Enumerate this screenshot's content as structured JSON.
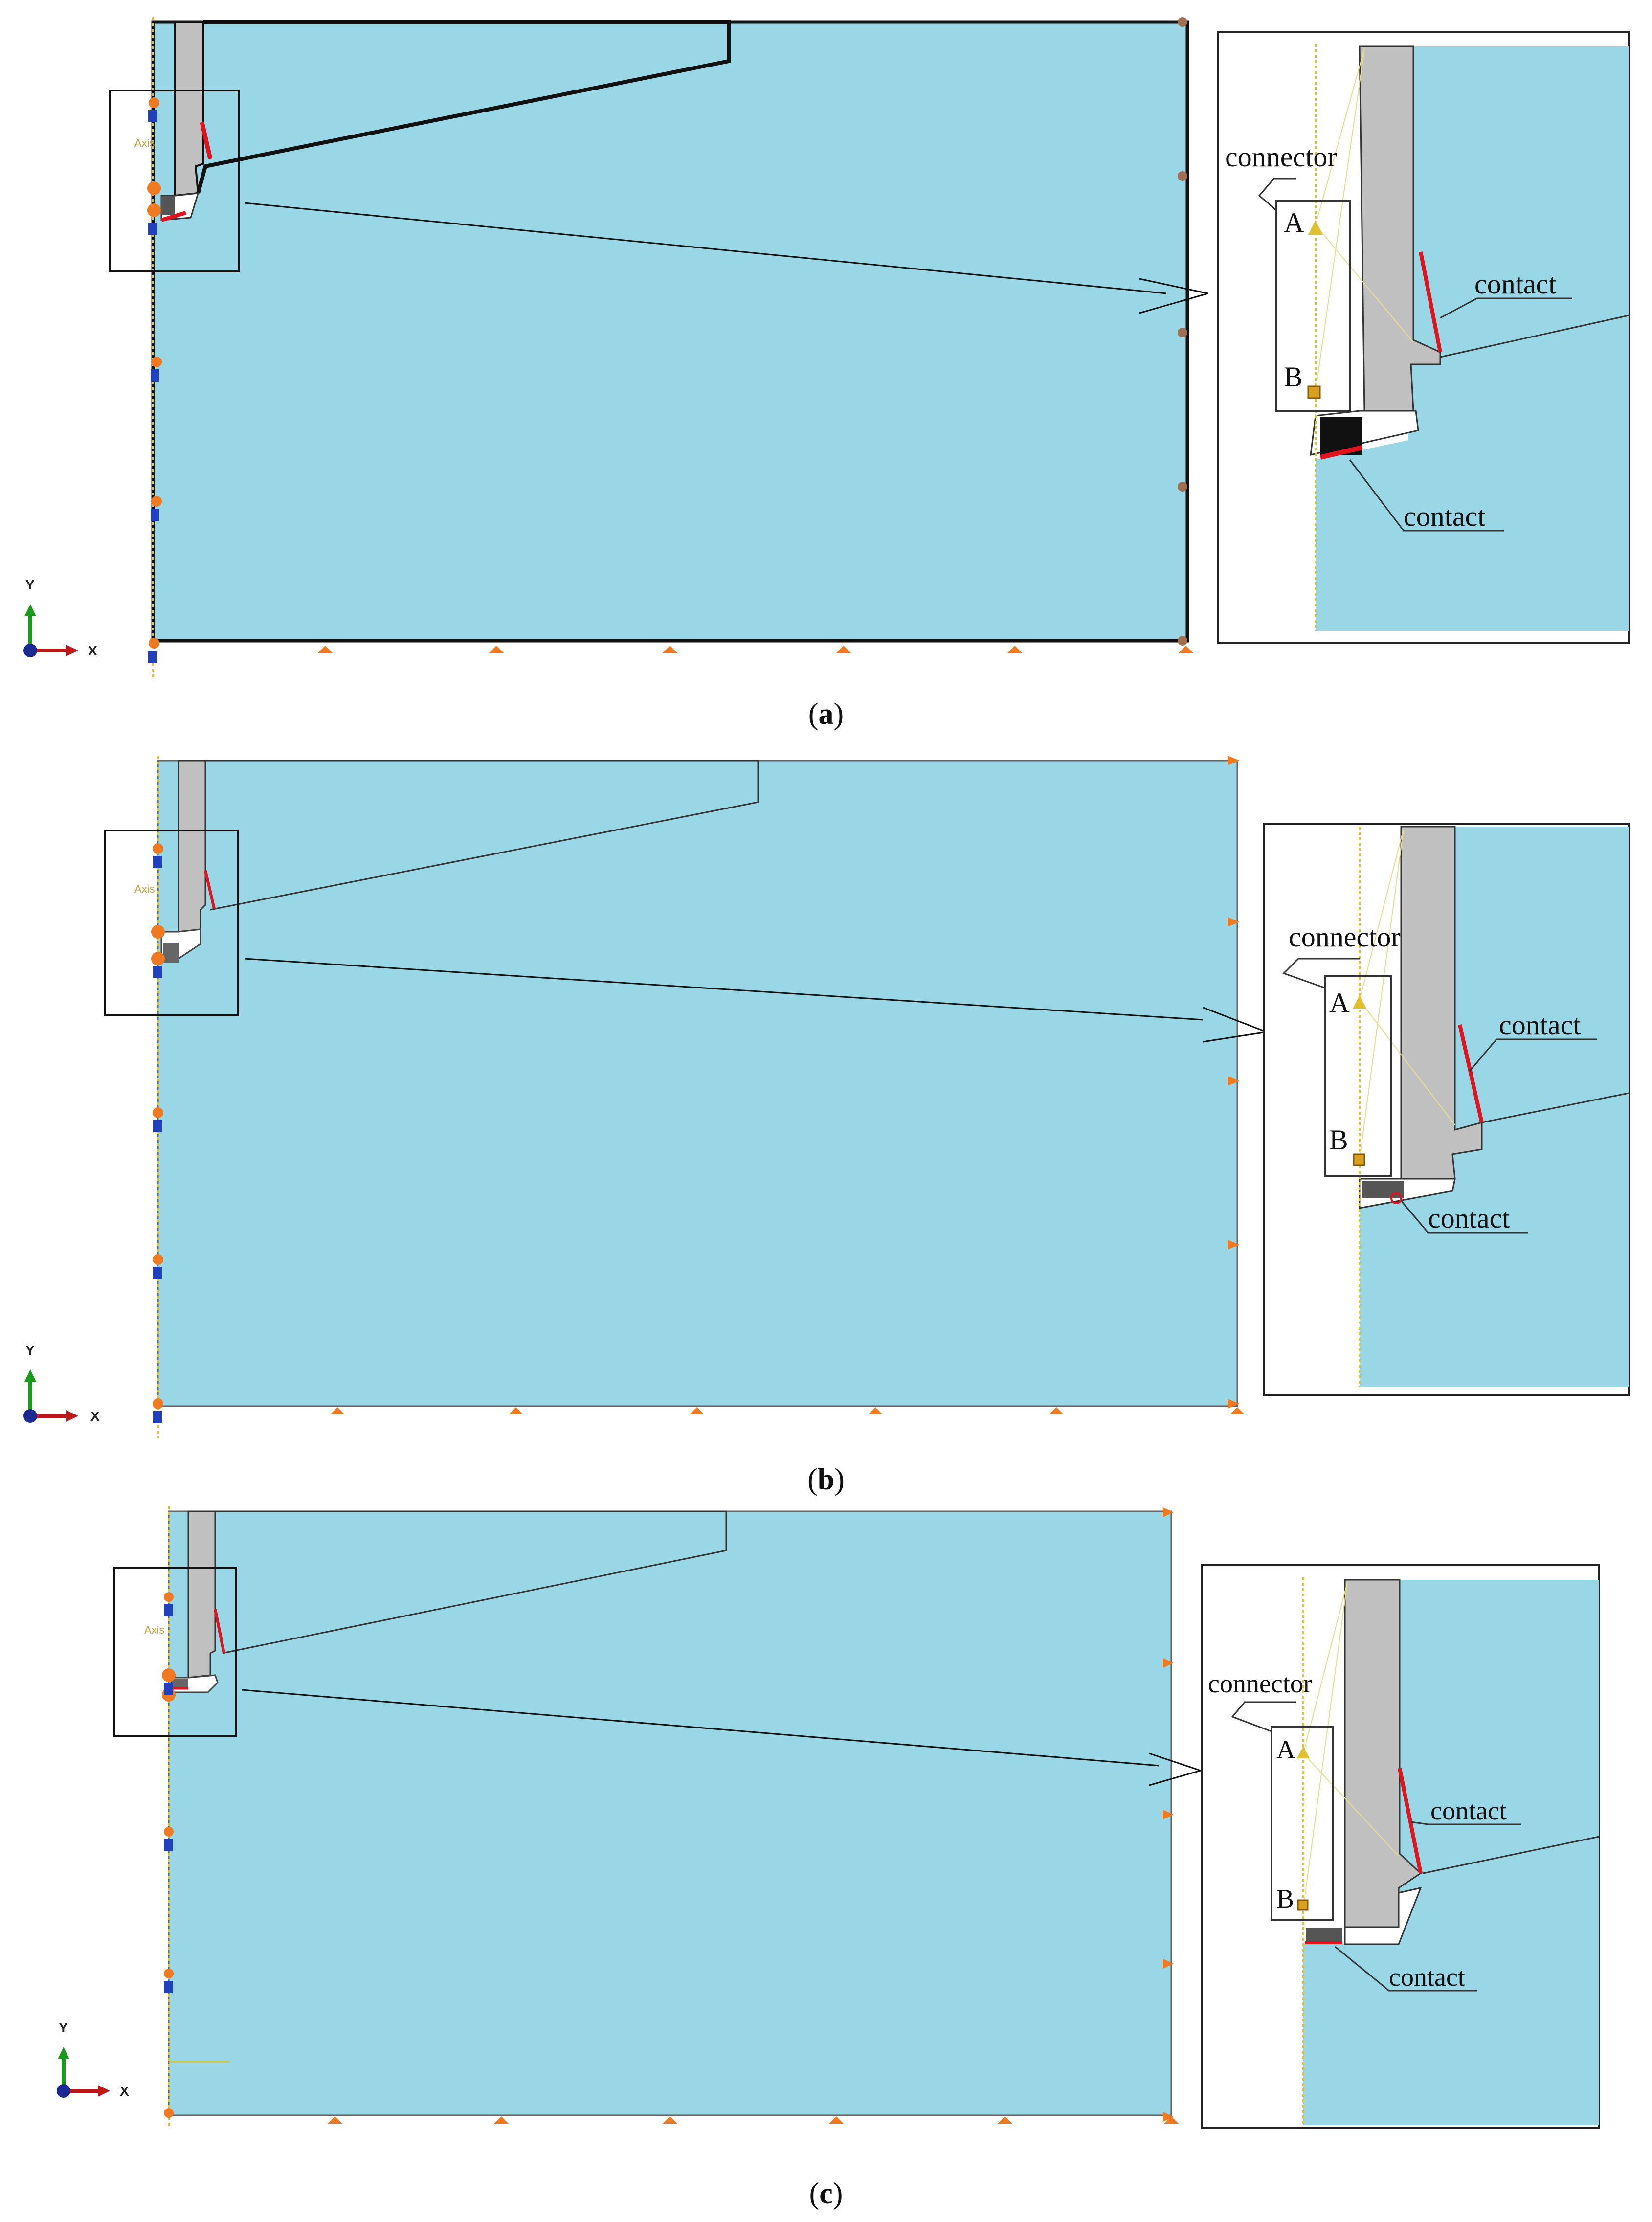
{
  "colors": {
    "domain_fill": "#9ad7e6",
    "pile_fill": "#c0c0c0",
    "contact_red": "#e0141e",
    "boundary_orange": "#f07a22",
    "axis_yellow": "#d9c33c",
    "dark_block": "#111111"
  },
  "panels": [
    {
      "id": "a",
      "caption": "a",
      "axis": {
        "x": "X",
        "y": "Y"
      },
      "axis_small": "Axis",
      "callout": {
        "connector": "connector",
        "point_a": "A",
        "point_b": "B",
        "contact_upper": "contact",
        "contact_lower": "contact"
      }
    },
    {
      "id": "b",
      "caption": "b",
      "axis": {
        "x": "X",
        "y": "Y"
      },
      "axis_small": "Axis",
      "callout": {
        "connector": "connector",
        "point_a": "A",
        "point_b": "B",
        "contact_upper": "contact",
        "contact_lower": "contact"
      }
    },
    {
      "id": "c",
      "caption": "c",
      "axis": {
        "x": "X",
        "y": "Y"
      },
      "axis_small": "Axis",
      "callout": {
        "connector": "connector",
        "point_a": "A",
        "point_b": "B",
        "contact_upper": "contact",
        "contact_lower": "contact"
      }
    }
  ]
}
